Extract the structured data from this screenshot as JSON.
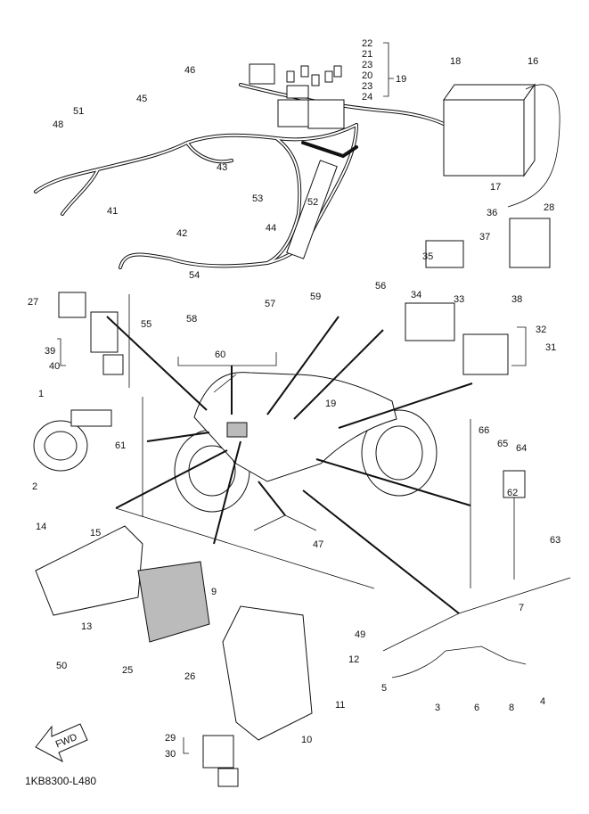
{
  "diagram": {
    "drawing_code": "1KB8300-L480",
    "direction_arrow": "FWD",
    "part_numbers": [
      "22",
      "21",
      "23",
      "20",
      "23",
      "24",
      "19",
      "18",
      "16",
      "46",
      "45",
      "51",
      "48",
      "43",
      "53",
      "52",
      "41",
      "42",
      "44",
      "54",
      "55",
      "17",
      "36",
      "28",
      "37",
      "35",
      "38",
      "27",
      "39",
      "40",
      "34",
      "33",
      "32",
      "31",
      "56",
      "57",
      "58",
      "59",
      "60",
      "1",
      "19",
      "61",
      "2",
      "66",
      "65",
      "64",
      "62",
      "63",
      "14",
      "15",
      "13",
      "50",
      "25",
      "26",
      "9",
      "49",
      "12",
      "11",
      "10",
      "47",
      "7",
      "5",
      "3",
      "6",
      "8",
      "4",
      "29",
      "30"
    ]
  }
}
